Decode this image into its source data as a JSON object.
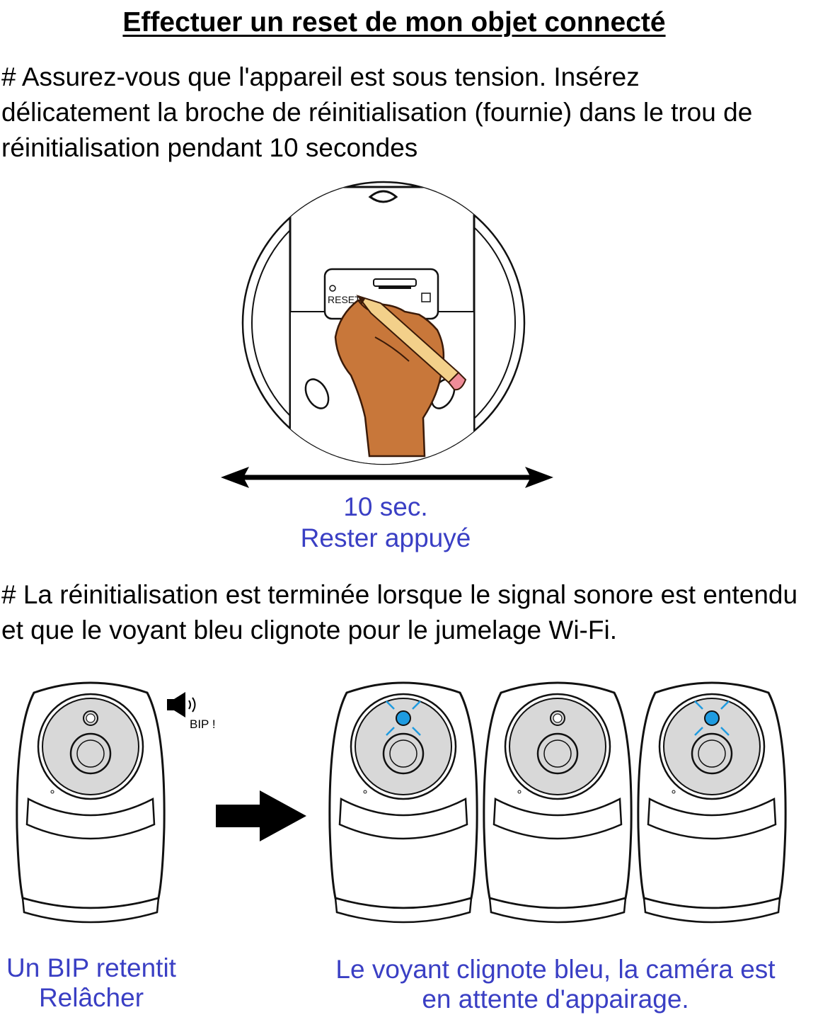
{
  "title": "Effectuer un reset de mon objet connecté",
  "step1": {
    "text": "# Assurez-vous que l'appareil est sous tension. Insérez délicatement la broche de réinitialisation (fournie) dans le trou de réinitialisation pendant 10 secondes",
    "device_label": "RESET",
    "timer_line1": "10 sec.",
    "timer_line2": "Rester appuyé"
  },
  "step2": {
    "text": "# La réinitialisation est terminée lorsque le signal sonore est entendu et que le voyant bleu clignote pour le jumelage Wi-Fi.",
    "beep_label": "BIP !",
    "left_caption_line1": "Un BIP retentit",
    "left_caption_line2": "Relâcher",
    "right_caption_line1": "Le voyant clignote bleu, la caméra est",
    "right_caption_line2": "en attente d'appairage."
  },
  "colors": {
    "caption_text": "#3a3fc4",
    "led_blue": "#1e9be0",
    "camera_face": "#d8d8d8",
    "skin": "#c8773a",
    "pencil": "#f3d08a",
    "eraser": "#ef8c98"
  },
  "icons": [
    "speaker-icon",
    "right-arrow-icon",
    "double-arrow-icon",
    "reset-device-illustration",
    "camera-illustration",
    "blinking-led-icon"
  ]
}
